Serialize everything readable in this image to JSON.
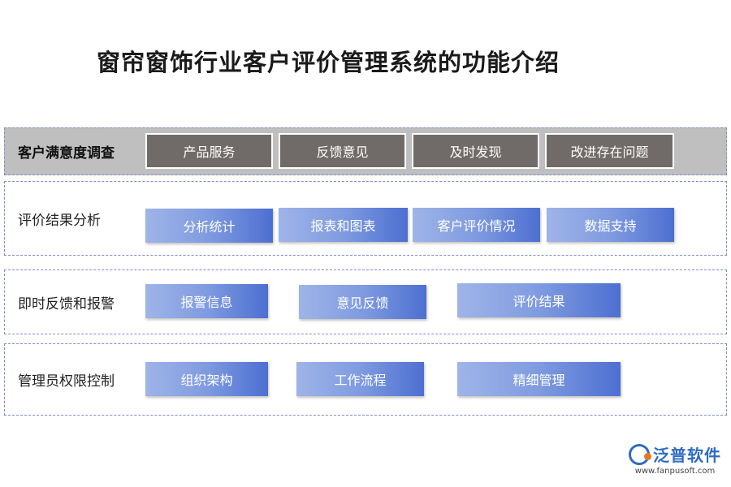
{
  "title": "窗帘窗饰行业客户评价管理系统的功能介绍",
  "rows": [
    {
      "label": "客户满意度调查",
      "items": [
        "产品服务",
        "反馈意见",
        "及时发现",
        "改进存在问题"
      ]
    },
    {
      "label": "评价结果分析",
      "items": [
        "分析统计",
        "报表和图表",
        "客户评价情况",
        "数据支持"
      ]
    },
    {
      "label": "即时反馈和报警",
      "items": [
        "报警信息",
        "意见反馈",
        "评价结果"
      ]
    },
    {
      "label": "管理员权限控制",
      "items": [
        "组织架构",
        "工作流程",
        "精细管理"
      ]
    }
  ],
  "logo": {
    "name": "泛普软件",
    "url": "www.fanpusoft.com"
  },
  "colors": {
    "dark_box": "#706b69",
    "blue_start": "#9fb4e8",
    "blue_end": "#4d6fd1",
    "row_grey": "#bfbfbf",
    "dashed_border": "#7d8fc0",
    "brand": "#2f6cc0"
  }
}
